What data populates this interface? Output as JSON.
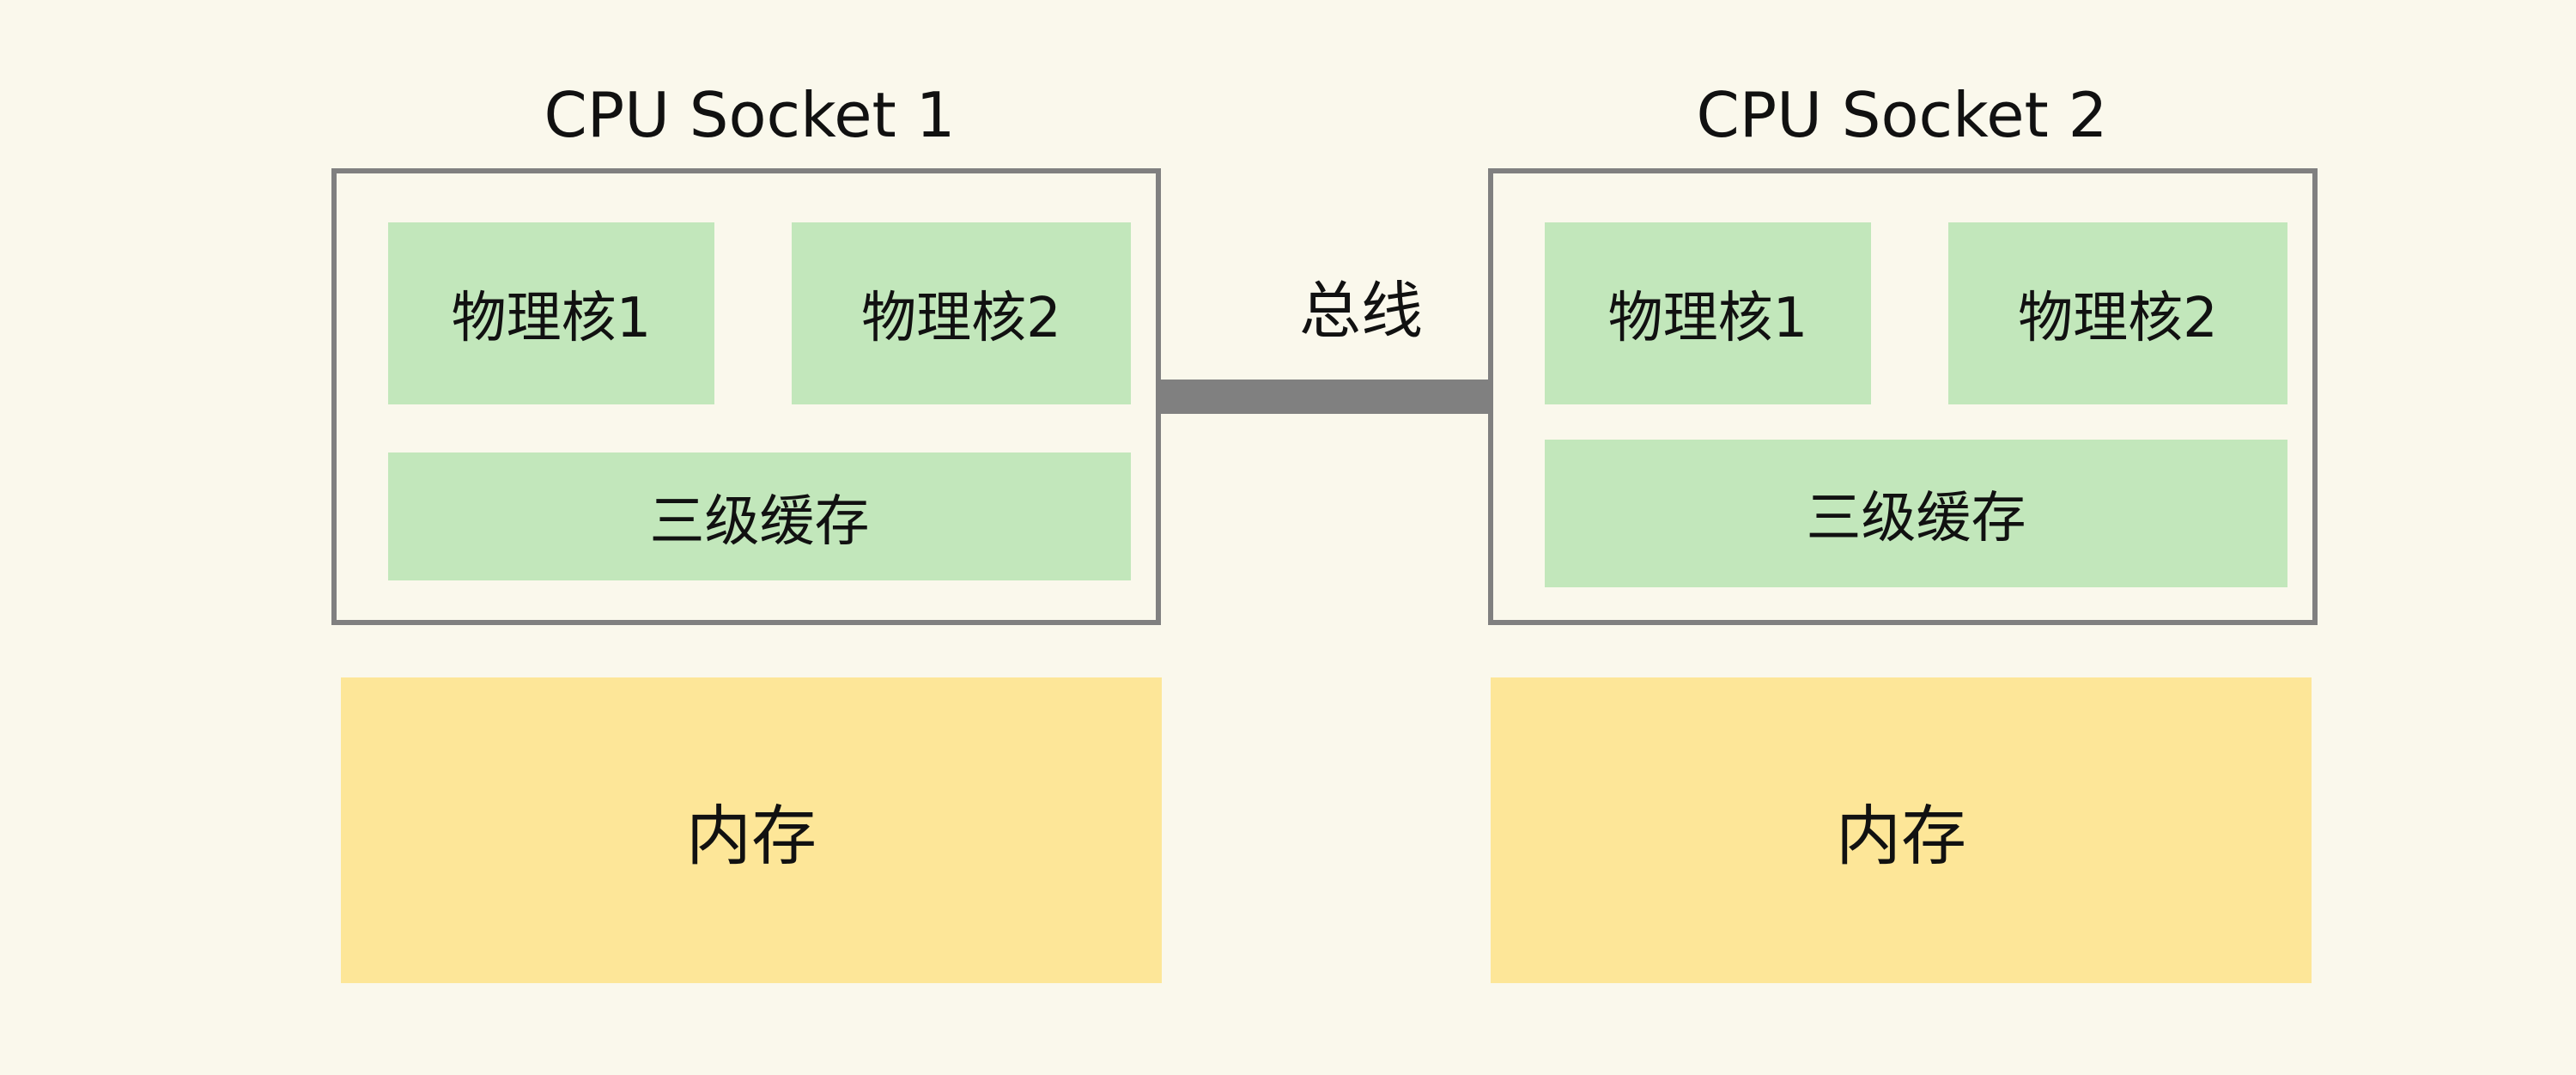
{
  "sockets": [
    {
      "title": "CPU Socket 1",
      "core1": "物理核1",
      "core2": "物理核2",
      "l3_cache": "三级缓存",
      "memory": "内存"
    },
    {
      "title": "CPU Socket 2",
      "core1": "物理核1",
      "core2": "物理核2",
      "l3_cache": "三级缓存",
      "memory": "内存"
    }
  ],
  "bus": {
    "label": "总线"
  },
  "colors": {
    "background": "#faf8ec",
    "socket_border": "#808080",
    "core_fill": "#c2e7bb",
    "memory_fill": "#fde698",
    "bus": "#808080"
  }
}
